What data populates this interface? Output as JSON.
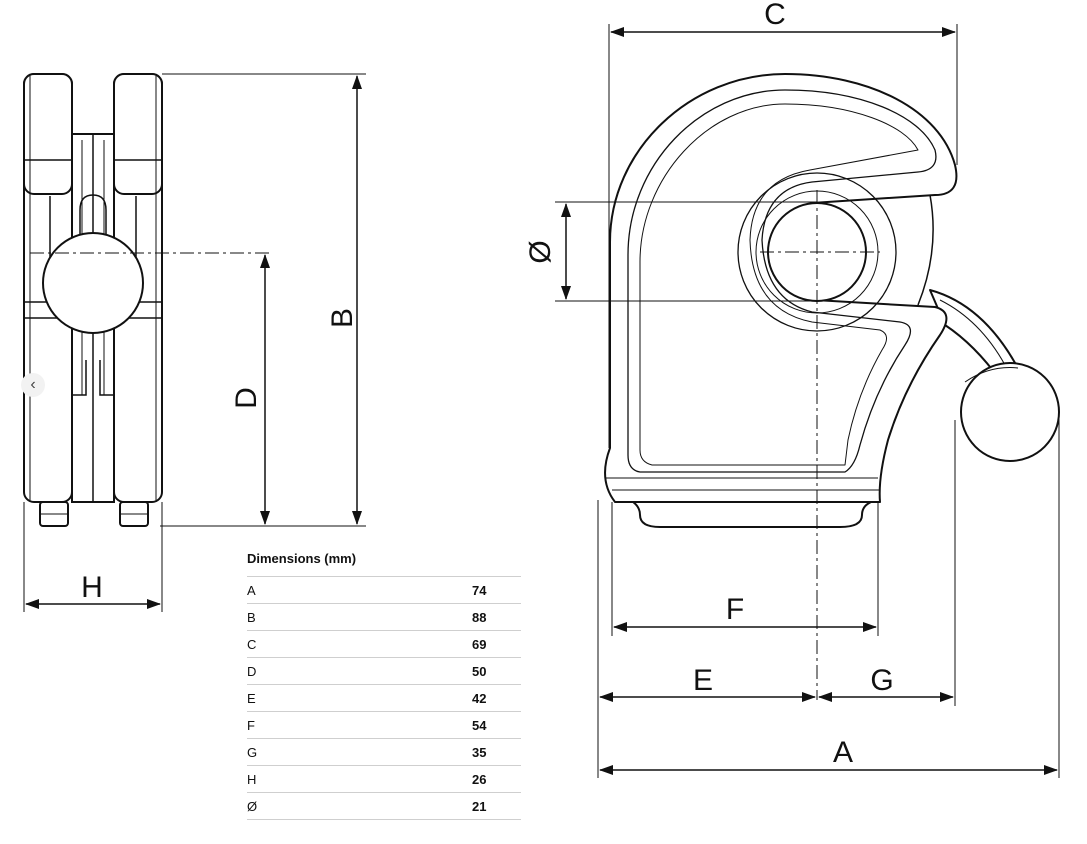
{
  "nav": {
    "prev_icon": "chevron-left-icon",
    "prev_glyph": "‹"
  },
  "labels": {
    "A": "A",
    "B": "B",
    "C": "C",
    "D": "D",
    "E": "E",
    "F": "F",
    "G": "G",
    "H": "H",
    "diameter": "Ø"
  },
  "table": {
    "title": "Dimensions (mm)",
    "rows": [
      {
        "key": "A",
        "value": "74"
      },
      {
        "key": "B",
        "value": "88"
      },
      {
        "key": "C",
        "value": "69"
      },
      {
        "key": "D",
        "value": "50"
      },
      {
        "key": "E",
        "value": "42"
      },
      {
        "key": "F",
        "value": "54"
      },
      {
        "key": "G",
        "value": "35"
      },
      {
        "key": "H",
        "value": "26"
      },
      {
        "key": "Ø",
        "value": "21"
      }
    ]
  }
}
